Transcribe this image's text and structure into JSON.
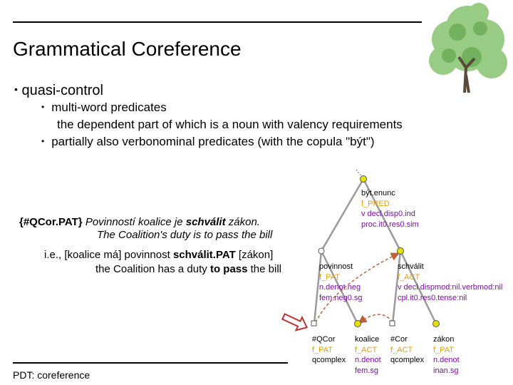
{
  "slide": {
    "title": "Grammatical Coreference",
    "bullet_main": "quasi-control",
    "sub_bullets": [
      "multi-word predicates",
      "the dependent part of which is a noun with valency requirements",
      "partially also verbonominal predicates (with the copula \"být\")"
    ],
    "example": {
      "tag": "{#QCor.PAT}",
      "czech_before": "Povinností koalice je",
      "czech_bold": "schválit",
      "czech_after": "zákon.",
      "english": "The Coalition's duty is to pass the bill",
      "ie_before": "i.e., [koalice má] povinnost",
      "ie_bold": "schválit.PAT",
      "ie_after": "[zákon]",
      "ie_en_before": "the Coalition has a duty",
      "ie_en_bold": "to pass",
      "ie_en_after": "the bill"
    },
    "footer": "PDT: coreference"
  },
  "tree": {
    "nodes": [
      {
        "id": "root",
        "lines": [
          "být.enunc",
          "f_PRED",
          "v decl.disp0.ind",
          "proc.it0.res0.sim"
        ]
      },
      {
        "id": "povinnost",
        "lines": [
          "povinnost",
          "f_PAT",
          "n.denot.neg",
          "fem.neg0.sg"
        ]
      },
      {
        "id": "schvalit",
        "lines": [
          "schválit",
          "f_ACT",
          "v decl.dispmod:nil.verbmod:nil",
          "cpl.it0.res0.tense:nil"
        ]
      },
      {
        "id": "qcor",
        "lines": [
          "#QCor",
          "f_PAT",
          "qcomplex"
        ]
      },
      {
        "id": "koalice",
        "lines": [
          "koalice",
          "f_ACT",
          "n.denot",
          "fem.sg"
        ]
      },
      {
        "id": "cor",
        "lines": [
          "#Cor",
          "f_ACT",
          "qcomplex"
        ]
      },
      {
        "id": "zakon",
        "lines": [
          "zákon",
          "f_PAT",
          "n.denot",
          "inan.sg"
        ]
      }
    ]
  },
  "colors": {
    "node_yellow": "#e8e000",
    "functor": "#e8a000",
    "grammatemes": "#7a0fa0",
    "coref_arrow": "#c0603a"
  }
}
